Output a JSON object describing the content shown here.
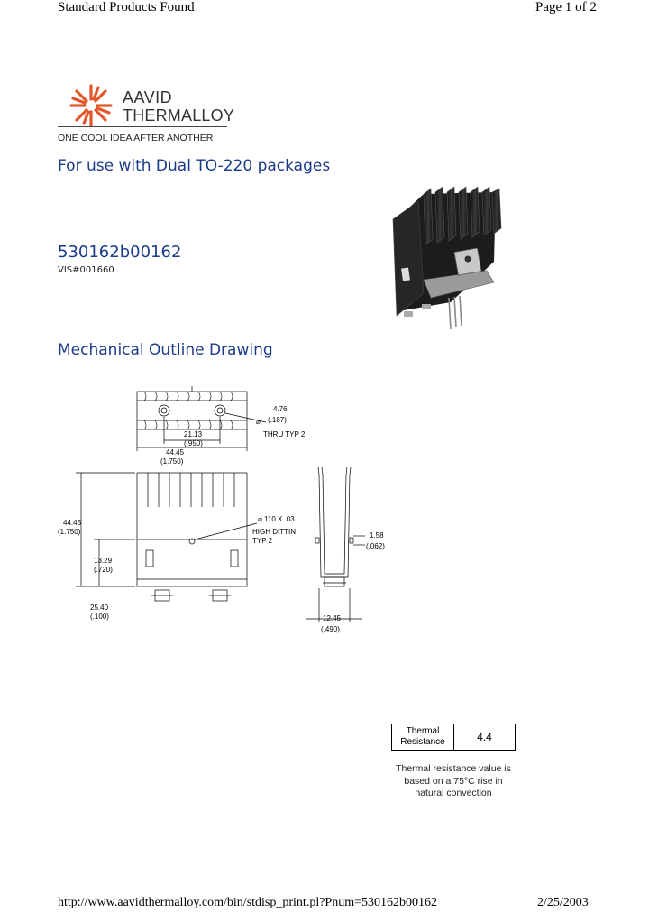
{
  "header": {
    "left": "Standard Products Found",
    "right": "Page 1 of 2"
  },
  "logo": {
    "line1": "AAVID",
    "line2": "THERMALLOY",
    "tagline": "ONE COOL IDEA AFTER ANOTHER",
    "brand_color": "#e2572a"
  },
  "product": {
    "subtitle": "For use with Dual TO-220 packages",
    "part_number": "530162b00162",
    "vis_number": "VIS#001660"
  },
  "drawing": {
    "heading": "Mechanical Outline Drawing",
    "dims": {
      "hole_dia": "4.76",
      "hole_dia_in": "(.187)",
      "hole_note": "THRU TYP 2",
      "hole_spacing": "21.13",
      "hole_spacing_in": "(.950)",
      "width": "44.45",
      "width_in": "(1.750)",
      "height": "44.45",
      "height_in": "(1.750)",
      "pin_height": "13.29",
      "pin_height_in": "(.720)",
      "base": "25.40",
      "base_in": "(.100)",
      "dimple": "⌀.110 X .03",
      "dimple_note1": "HIGH DITTIN",
      "dimple_note2": "TYP 2",
      "thickness": "1.58",
      "thickness_in": "(.062)",
      "depth": "12.45",
      "depth_in": "(.490)"
    }
  },
  "thermal": {
    "label_line1": "Thermal",
    "label_line2": "Resistance",
    "value": "4.4",
    "note_line1": "Thermal resistance value is",
    "note_line2": "based on a 75°C rise in",
    "note_line3": "natural convection"
  },
  "footer": {
    "url": "http://www.aavidthermalloy.com/bin/stdisp_print.pl?Pnum=530162b00162",
    "date": "2/25/2003"
  }
}
